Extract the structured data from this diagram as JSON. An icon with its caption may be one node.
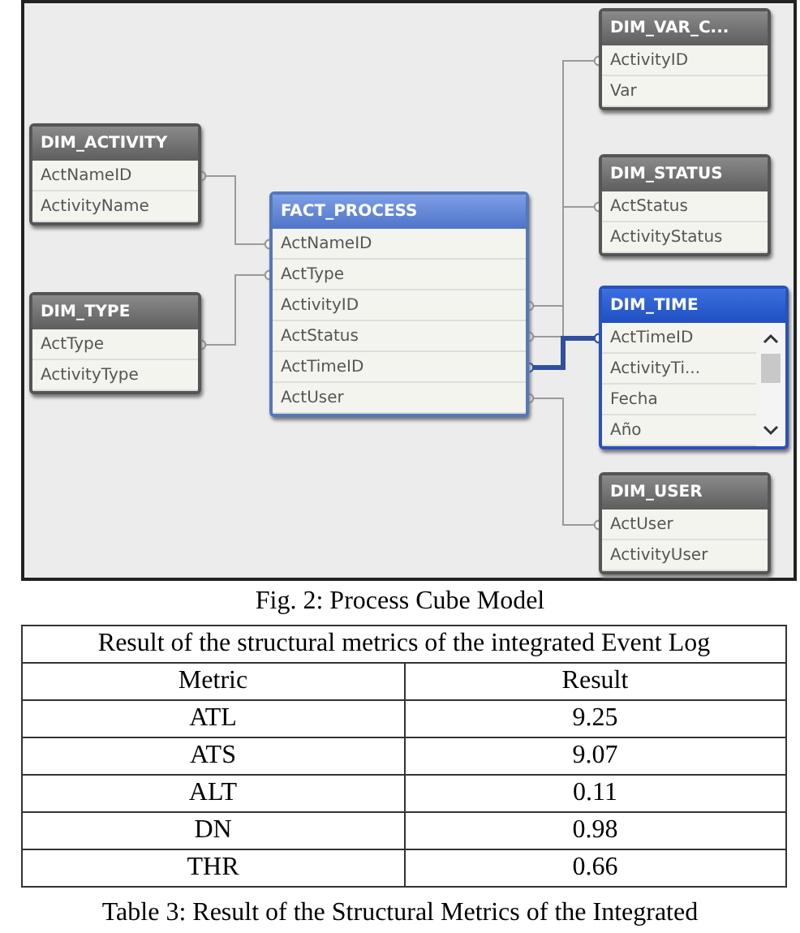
{
  "diagram": {
    "caption": "Fig. 2: Process Cube Model",
    "nodes": [
      {
        "text": [
          "DIM_VAR_C...",
          "ActivityID",
          "Var"
        ]
      },
      {
        "text": [
          "DIM_ACTIVITY",
          "ActNameID",
          "ActivityName"
        ]
      },
      {
        "text": [
          "FACT_PROCESS",
          "ActNameID",
          "ActType",
          "ActivityID",
          "ActStatus",
          "ActTimeID",
          "ActUser"
        ]
      },
      {
        "text": [
          "DIM_STATUS",
          "ActStatus",
          "ActivityStatus"
        ]
      },
      {
        "text": [
          "DIM_TYPE",
          "ActType",
          "ActivityType"
        ]
      },
      {
        "text": [
          "DIM_TIME",
          "ActTimeID",
          "ActivityTi...",
          "Fecha",
          "Año"
        ]
      },
      {
        "text": [
          "DIM_USER",
          "ActUser",
          "ActivityUser"
        ]
      }
    ],
    "edges": [
      {
        "from": 1,
        "to": 2,
        "arrow": "other"
      },
      {
        "from": 4,
        "to": 2,
        "arrow": "other"
      },
      {
        "from": 2,
        "to": 0,
        "arrow": "other"
      },
      {
        "from": 2,
        "to": 3,
        "arrow": "other"
      },
      {
        "from": 2,
        "to": 5,
        "arrow": "other",
        "style": "thick",
        "color": "#2f4f9f"
      },
      {
        "from": 2,
        "to": 6,
        "arrow": "other"
      }
    ],
    "labels": [
      "Result of the structural metrics of the integrated Event Log",
      "Metric",
      "Result",
      "ATL",
      "9.25",
      "ATS",
      "9.07",
      "ALT",
      "0.11",
      "DN",
      "0.98",
      "THR",
      "0.66",
      "Table 3: Result of the Structural Metrics of the Integrated"
    ]
  }
}
